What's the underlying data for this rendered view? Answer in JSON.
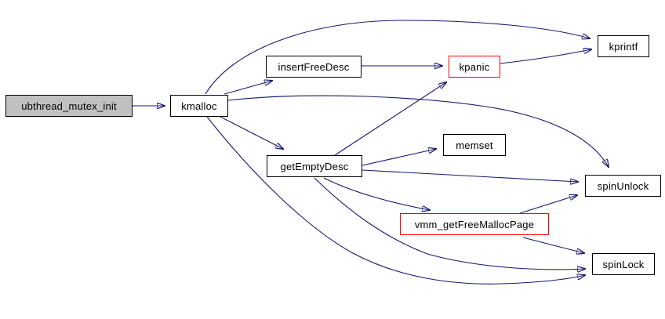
{
  "diagram_type": "call-graph",
  "colors": {
    "edge": "#191970",
    "node_border": "#000000",
    "highlight_border": "#ff0000",
    "focus_fill": "#c0c0c0",
    "node_fill": "#ffffff",
    "background": "#ffffff",
    "text": "#000000"
  },
  "nodes": [
    {
      "label": "ubthread_mutex_init",
      "style": "focus"
    },
    {
      "label": "kmalloc",
      "style": "normal"
    },
    {
      "label": "insertFreeDesc",
      "style": "normal"
    },
    {
      "label": "kpanic",
      "style": "highlight"
    },
    {
      "label": "kprintf",
      "style": "normal"
    },
    {
      "label": "getEmptyDesc",
      "style": "normal"
    },
    {
      "label": "memset",
      "style": "normal"
    },
    {
      "label": "spinUnlock",
      "style": "normal"
    },
    {
      "label": "vmm_getFreeMallocPage",
      "style": "highlight"
    },
    {
      "label": "spinLock",
      "style": "normal"
    }
  ],
  "edges": [
    {
      "from": "ubthread_mutex_init",
      "to": "kmalloc"
    },
    {
      "from": "kmalloc",
      "to": "insertFreeDesc"
    },
    {
      "from": "kmalloc",
      "to": "kprintf"
    },
    {
      "from": "kmalloc",
      "to": "getEmptyDesc"
    },
    {
      "from": "kmalloc",
      "to": "spinUnlock"
    },
    {
      "from": "kmalloc",
      "to": "spinLock"
    },
    {
      "from": "insertFreeDesc",
      "to": "kpanic"
    },
    {
      "from": "kpanic",
      "to": "kprintf"
    },
    {
      "from": "getEmptyDesc",
      "to": "kpanic"
    },
    {
      "from": "getEmptyDesc",
      "to": "memset"
    },
    {
      "from": "getEmptyDesc",
      "to": "spinUnlock"
    },
    {
      "from": "getEmptyDesc",
      "to": "vmm_getFreeMallocPage"
    },
    {
      "from": "getEmptyDesc",
      "to": "spinLock"
    },
    {
      "from": "vmm_getFreeMallocPage",
      "to": "spinUnlock"
    },
    {
      "from": "vmm_getFreeMallocPage",
      "to": "spinLock"
    }
  ]
}
